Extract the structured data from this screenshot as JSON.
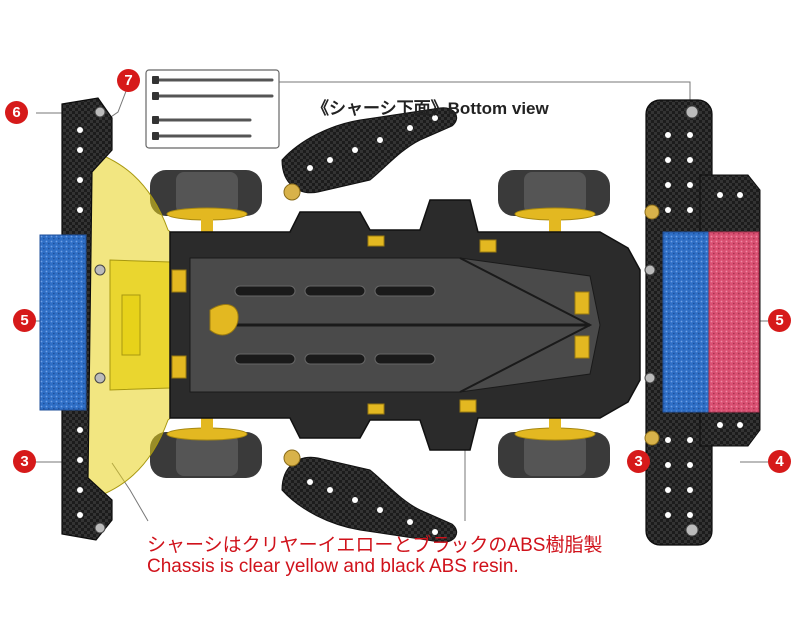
{
  "header": {
    "title": "《シャーシ下面》Bottom view"
  },
  "callouts": {
    "c6": "6",
    "c7": "7",
    "c5_left": "5",
    "c5_right": "5",
    "c3_left": "3",
    "c3_right": "3",
    "c4": "4"
  },
  "caption": {
    "jp": "シャーシはクリヤーイエローとブラックのABS樹脂製",
    "en": "Chassis is clear yellow and black ABS resin."
  },
  "colors": {
    "callout": "#d61a1a",
    "caption": "#d0121b",
    "chassis_black": "#2b2b2b",
    "clear_yellow": "#e7d21a",
    "blue_sponge": "#2f6fc6",
    "pink_sponge": "#d95072",
    "wheel_gold": "#e3b821"
  }
}
